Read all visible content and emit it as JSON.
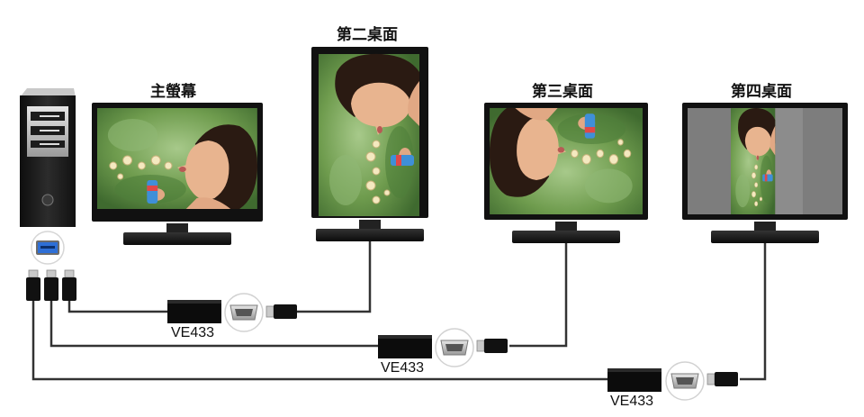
{
  "monitors": [
    {
      "id": "main",
      "label": "主螢幕"
    },
    {
      "id": "second",
      "label": "第二桌面"
    },
    {
      "id": "third",
      "label": "第三桌面"
    },
    {
      "id": "fourth",
      "label": "第四桌面"
    }
  ],
  "adapters": [
    {
      "label": "VE433"
    },
    {
      "label": "VE433"
    },
    {
      "label": "VE433"
    }
  ],
  "colors": {
    "bezel": "#111111",
    "stand": "#1a1a1a",
    "cable": "#333333",
    "tower": "#1e1e1e",
    "usb_port": "#2e6fd6",
    "screen_bg_green": "#6f9c4e",
    "pillarbox_gray": "#8c8c8c"
  }
}
